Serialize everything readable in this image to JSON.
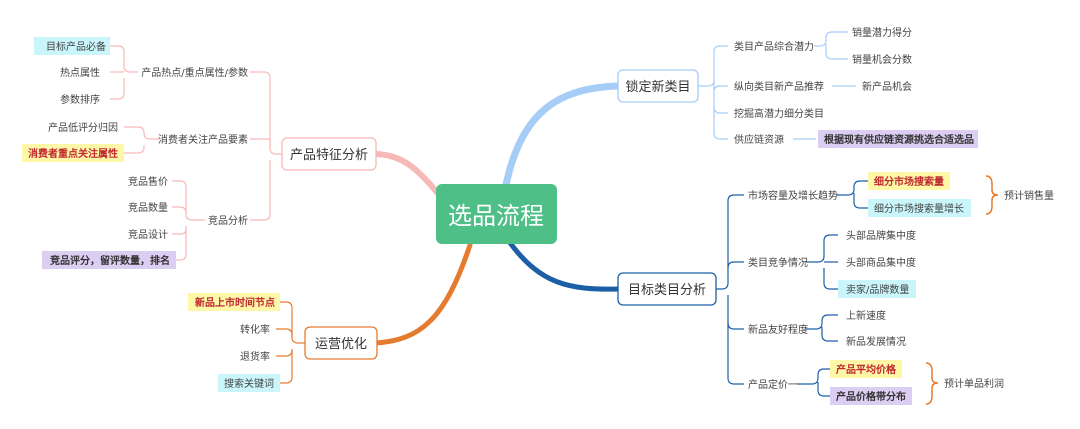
{
  "center": {
    "title": "选品流程",
    "color": "#4dbf87"
  },
  "branches": {
    "b1": {
      "label": "锁定新类目",
      "color": "#a6cdf5"
    },
    "b2": {
      "label": "目标类目分析",
      "color": "#1c5fa6"
    },
    "b3": {
      "label": "产品特征分析",
      "color": "#f6b9b7"
    },
    "b4": {
      "label": "运营优化",
      "color": "#e57b2e"
    }
  },
  "nodes": {
    "b1_1": "类目产品综合潜力",
    "b1_1a": "销量潜力得分",
    "b1_1b": "销量机会分数",
    "b1_2": "纵向类目新产品推荐",
    "b1_2a": "新产品机会",
    "b1_3": "挖掘高潜力细分类目",
    "b1_4": "供应链资源",
    "b1_4a": "根据现有供应链资源挑选合适选品",
    "b2_1": "市场容量及增长趋势",
    "b2_1a": "细分市场搜索量",
    "b2_1b": "细分市场搜索量增长",
    "b2_1s": "预计销售量",
    "b2_2": "类目竞争情况",
    "b2_2a": "头部品牌集中度",
    "b2_2b": "头部商品集中度",
    "b2_2c": "卖家/品牌数量",
    "b2_3": "新品友好程度",
    "b2_3a": "上新速度",
    "b2_3b": "新品发展情况",
    "b2_4": "产品定价一",
    "b2_4a": "产品平均价格",
    "b2_4b": "产品价格带分布",
    "b2_4s": "预计单品利润",
    "b3_1": "产品热点/重点属性/参数",
    "b3_1a": "目标产品必备",
    "b3_1b": "热点属性",
    "b3_1c": "参数排序",
    "b3_2": "消费者关注产品要素",
    "b3_2a": "产品低评分归因",
    "b3_2b": "消费者重点关注属性",
    "b3_3": "竞品分析",
    "b3_3a": "竞品售价",
    "b3_3b": "竞品数量",
    "b3_3c": "竞品设计",
    "b3_3d": "竞品评分，留评数量，排名",
    "b4_a": "新品上市时间节点",
    "b4_b": "转化率",
    "b4_c": "退货率",
    "b4_d": "搜索关键词"
  },
  "highlight_colors": {
    "cyan": "#c9f5fb",
    "yellow": "#fdf7a7",
    "purple": "#dccdf3",
    "red_text": "#c0282f"
  }
}
